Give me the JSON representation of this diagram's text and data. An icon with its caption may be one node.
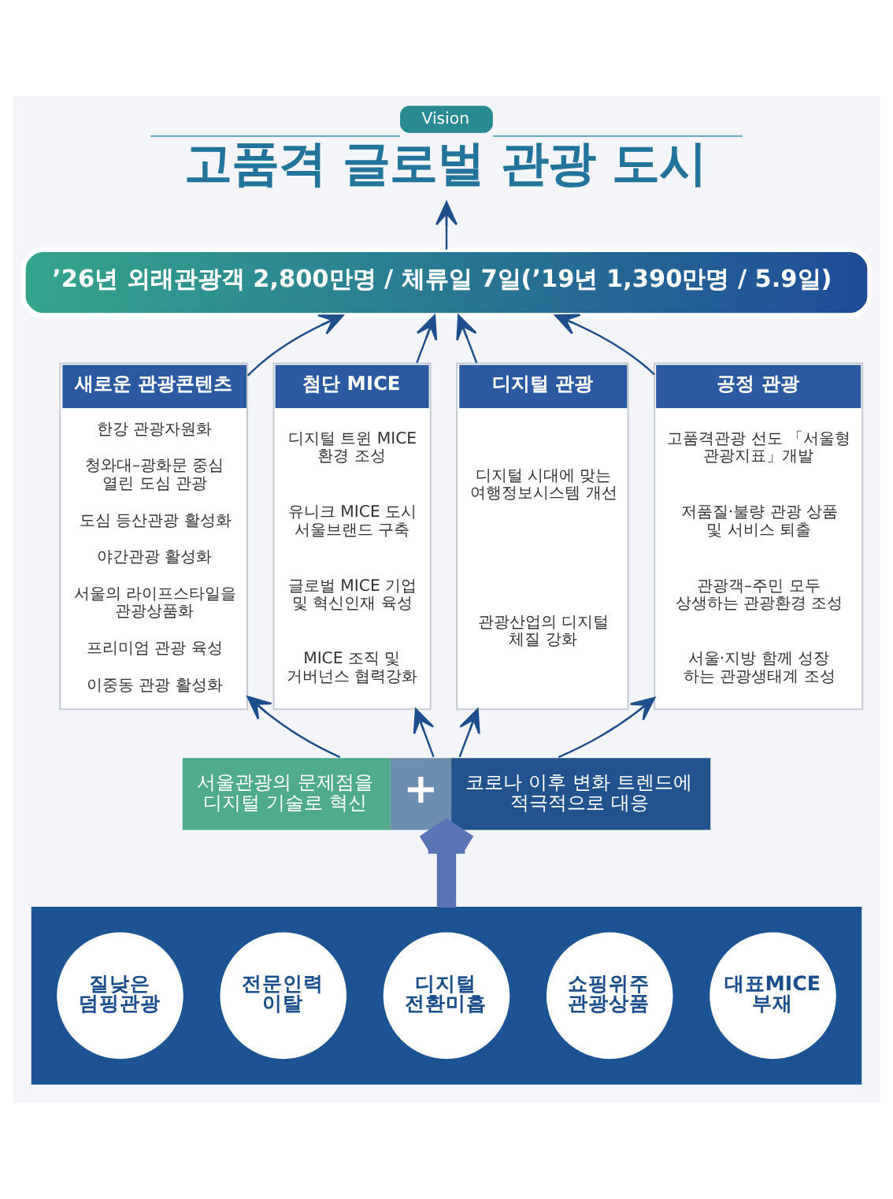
{
  "diagram": {
    "nodes": [
      {
        "text": [
          "Vision",
          "고품격 글로벌 관광 도시"
        ]
      },
      {
        "text": [
          "’26년 외래관광객 2,800만명 / 체류일 7일(’19년 1,390만명 / 5.9일)"
        ]
      },
      {
        "text": [
          "새로운 관광콘텐츠",
          "한강 관광자원화",
          "청와대–광화문 중심 열린 도심 관광",
          "도심 등산관광 활성화",
          "야간관광 활성화",
          "서울의 라이프스타일을 관광상품화",
          "프리미엄 관광 육성",
          "이중동 관광 활성화"
        ]
      },
      {
        "text": [
          "첨단 MICE",
          "디지털 트윈 MICE 환경 조성",
          "유니크 MICE 도시 서울브랜드 구축",
          "글로벌 MICE 기업 및 혁신인재 육성",
          "MICE 조직 및 거버넌스 협력강화"
        ]
      },
      {
        "text": [
          "디지털 관광",
          "디지털 시대에 맞는 여행정보시스템 개선",
          "관광산업의 디지털 체질 강화"
        ]
      },
      {
        "text": [
          "공정 관광",
          "고품격관광 선도 「서울형 관광지표」개발",
          "저품질·불량 관광 상품 및 서비스 퇴출",
          "관광객–주민 모두 상생하는 관광환경 조성",
          "서울·지방 함께 성장 하는 관광생태계 조성"
        ]
      },
      {
        "text": [
          "서울관광의 문제점을 디지털 기술로 혁신",
          "+",
          "코로나 이후 변화 트렌드에 적극적으로 대응"
        ]
      },
      {
        "text": [],
        "shape": "bar"
      },
      {
        "text": [
          "질낮은 덤핑관광"
        ],
        "in": 7
      },
      {
        "text": [
          "전문인력 이탈"
        ],
        "in": 7
      },
      {
        "text": [
          "디지털 전환미흡"
        ],
        "in": 7
      },
      {
        "text": [
          "쇼핑위주 관광상품"
        ],
        "in": 7
      },
      {
        "text": [
          "대표MICE 부재"
        ],
        "in": 7
      }
    ],
    "edges": [
      {
        "from": 1,
        "to": 0,
        "arrow": "to"
      },
      {
        "from": 2,
        "to": 1,
        "arrow": "to"
      },
      {
        "from": 3,
        "to": 1,
        "arrow": "to"
      },
      {
        "from": 4,
        "to": 1,
        "arrow": "to"
      },
      {
        "from": 5,
        "to": 1,
        "arrow": "to"
      },
      {
        "from": 6,
        "to": 2,
        "arrow": "to"
      },
      {
        "from": 6,
        "to": 3,
        "arrow": "to"
      },
      {
        "from": 6,
        "to": 4,
        "arrow": "to"
      },
      {
        "from": 6,
        "to": 5,
        "arrow": "to"
      },
      {
        "from": 7,
        "to": 6,
        "arrow": "to",
        "style": "thick",
        "color": "#5a74b6"
      }
    ]
  }
}
